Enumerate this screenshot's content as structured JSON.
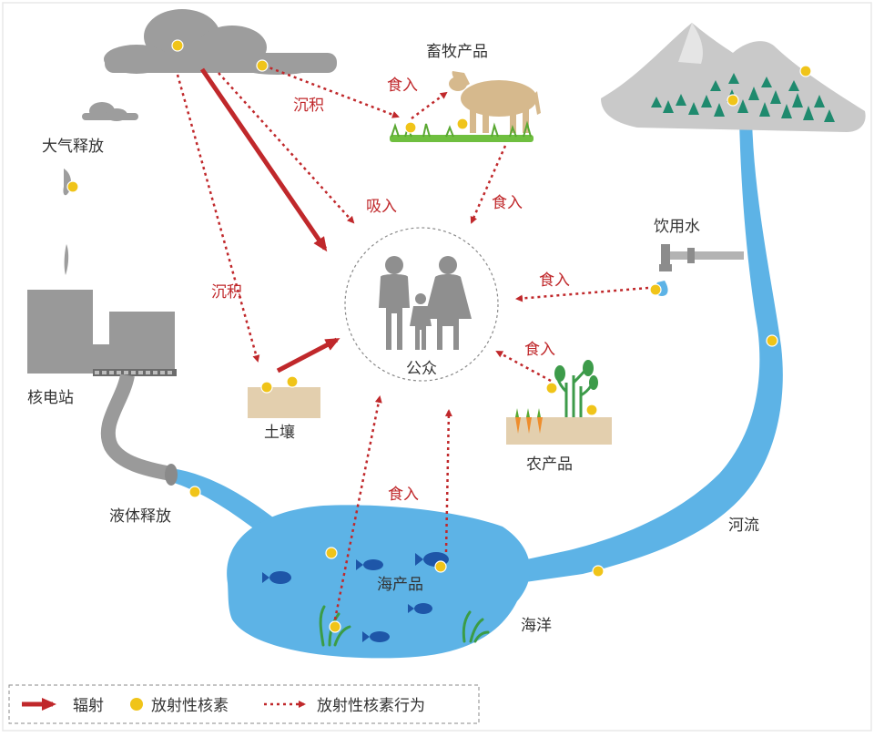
{
  "labels": {
    "livestock": "畜牧产品",
    "atmospheric_release": "大气释放",
    "nuclear_plant": "核电站",
    "soil": "土壤",
    "liquid_release": "液体释放",
    "public": "公众",
    "drinking_water": "饮用水",
    "agri_products": "农产品",
    "seafood": "海产品",
    "ocean": "海洋",
    "river": "河流"
  },
  "arrow_labels": {
    "deposition_1": "沉积",
    "deposition_2": "沉积",
    "inhalation": "吸入",
    "ingestion_cow": "食入",
    "ingestion_livestock": "食入",
    "ingestion_water": "食入",
    "ingestion_agri": "食入",
    "ingestion_sea": "食入"
  },
  "legend": {
    "radiation": "辐射",
    "nuclide": "放射性核素",
    "behavior": "放射性核素行为"
  },
  "colors": {
    "arrow_red": "#c0282b",
    "water_blue": "#5db3e6",
    "nuclide_yellow": "#f0c419",
    "gray": "#9a9a9a"
  }
}
